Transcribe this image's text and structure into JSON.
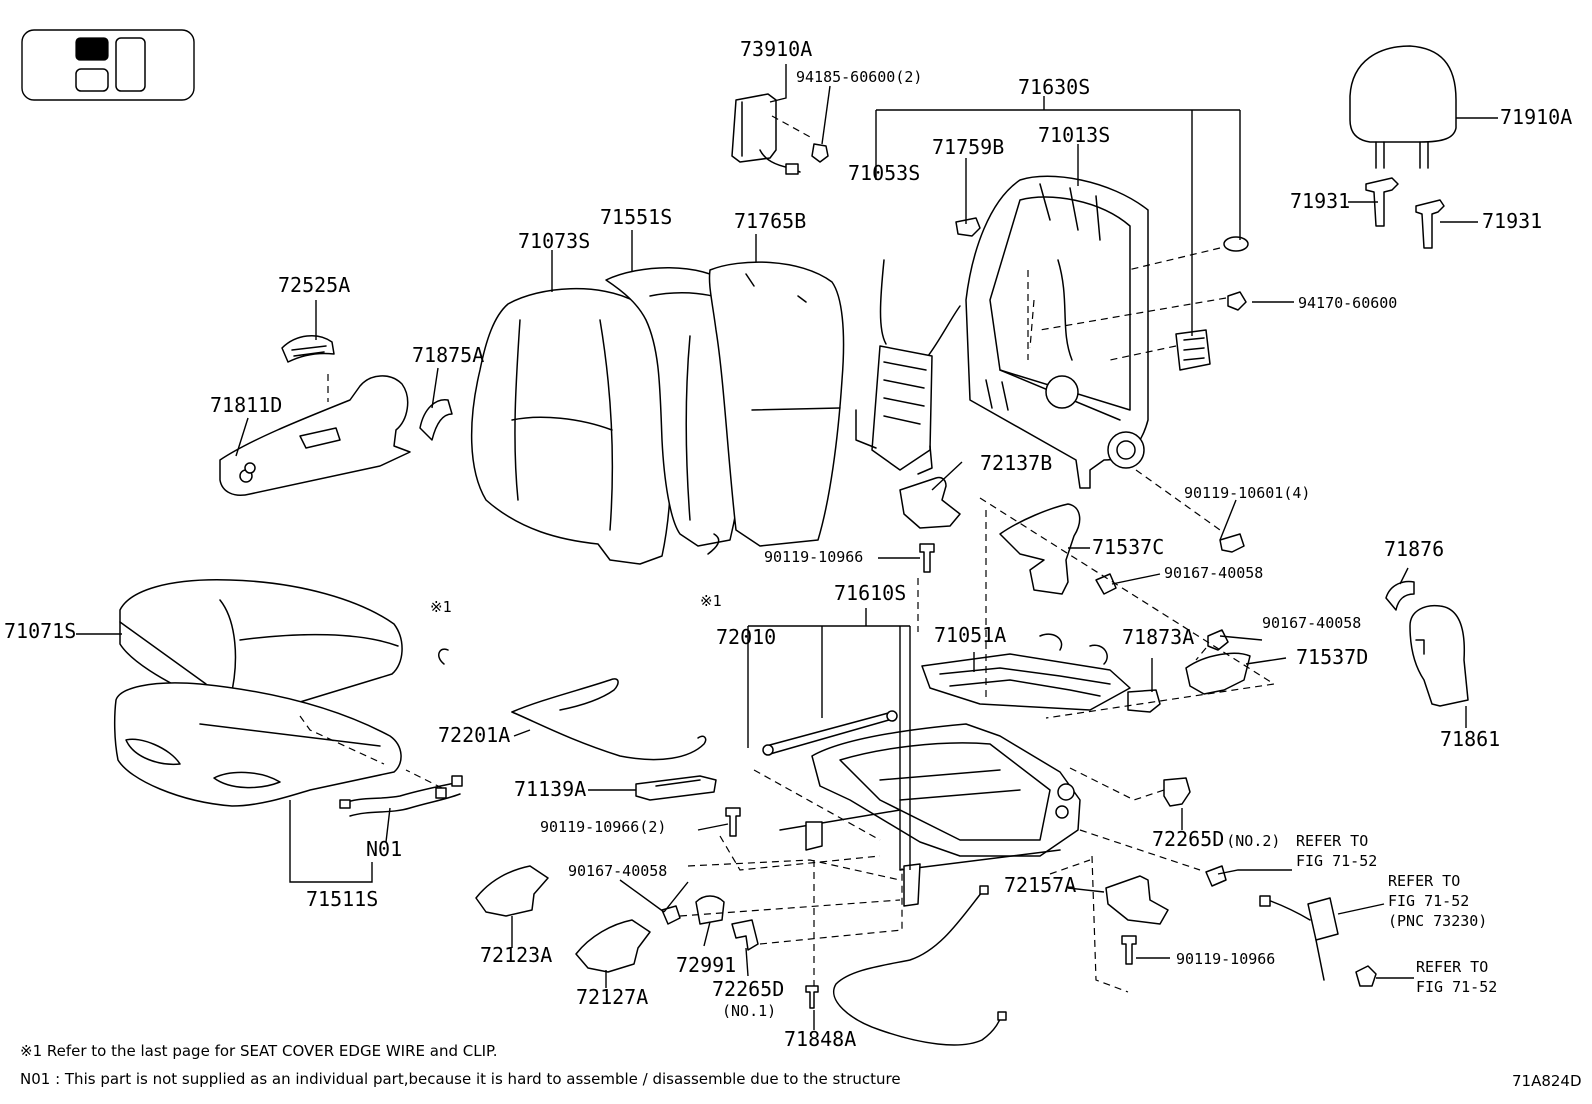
{
  "labels": {
    "p73910A": "73910A",
    "p94185": "94185-60600(2)",
    "p71630S": "71630S",
    "p71910A": "71910A",
    "p71759B": "71759B",
    "p71013S": "71013S",
    "p71053S": "71053S",
    "p71931a": "71931",
    "p71931b": "71931",
    "p71551S": "71551S",
    "p71765B": "71765B",
    "p71073S": "71073S",
    "p94170": "94170-60600",
    "p72525A": "72525A",
    "p71875A": "71875A",
    "p71811D": "71811D",
    "p72137B": "72137B",
    "p90119_10601": "90119-10601(4)",
    "p90119_10966a": "90119-10966",
    "p71537C": "71537C",
    "p90167_40058a": "90167-40058",
    "p71876": "71876",
    "p71071S": "71071S",
    "pStar1a": "※1",
    "pStar1b": "※1",
    "p71610S": "71610S",
    "p72010": "72010",
    "p71051A": "71051A",
    "p71873A": "71873A",
    "p90167_40058b": "90167-40058",
    "p71537D": "71537D",
    "p71861": "71861",
    "p72201A": "72201A",
    "p71139A": "71139A",
    "p90119_10966b": "90119-10966(2)",
    "p72265D_a": "72265D",
    "p72265D_a_sub": "(NO.2)",
    "pN01": "N01",
    "p71511S": "71511S",
    "p90167_40058c": "90167-40058",
    "p72157A": "72157A",
    "pRefer1a": "REFER TO",
    "pRefer1b": "FIG 71-52",
    "pRefer2a": "REFER TO",
    "pRefer2b": "FIG 71-52",
    "pRefer2c": "(PNC 73230)",
    "p72123A": "72123A",
    "p72991": "72991",
    "p72265D_b": "72265D",
    "p72265D_b_sub": "(NO.1)",
    "p90119_10966c": "90119-10966",
    "pRefer3a": "REFER TO",
    "pRefer3b": "FIG 71-52",
    "p72127A": "72127A",
    "p71848A": "71848A"
  },
  "footnotes": {
    "note1": "※1 Refer to the last page for SEAT COVER EDGE WIRE and CLIP.",
    "note2": "N01 : This part is not supplied as an individual part,because it is hard to assemble / disassemble  due to the structure"
  },
  "figure_code": "71A824D",
  "icons": [
    "seat-position-locator-icon"
  ]
}
